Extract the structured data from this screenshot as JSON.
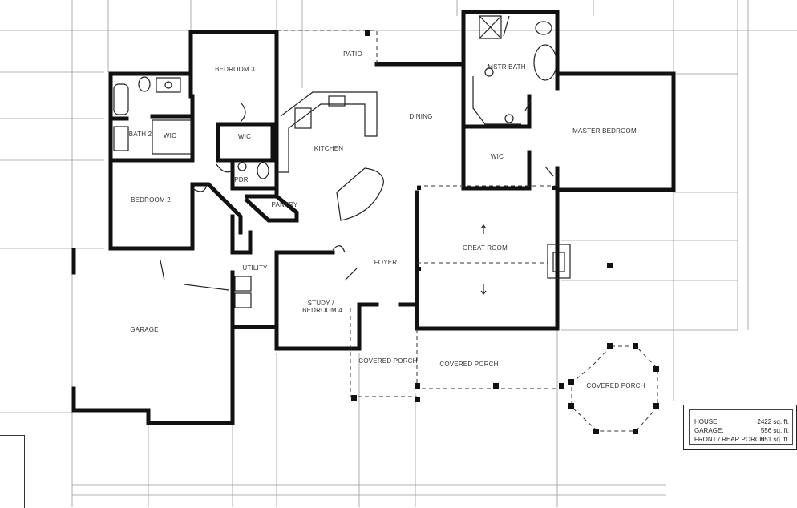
{
  "rooms": {
    "bedroom3": "BEDROOM 3",
    "bath2": "BATH 2",
    "wic_bath2": "WIC",
    "bedroom2": "BEDROOM 2",
    "wic_bed3": "WIC",
    "pdr": "PDR",
    "pantry": "PANTRY",
    "kitchen": "KITCHEN",
    "patio": "PATIO",
    "dining": "DINING",
    "mstr_bath": "MSTR BATH",
    "master_bedroom": "MASTER BEDROOM",
    "wic_master": "WIC",
    "great_room": "GREAT ROOM",
    "foyer": "FOYER",
    "utility": "UTILITY",
    "study": "STUDY /",
    "study2": "BEDROOM 4",
    "garage": "GARAGE",
    "covered_porch_entry": "COVERED PORCH",
    "covered_porch_main": "COVERED PORCH",
    "covered_porch_round": "COVERED PORCH"
  },
  "area_summary": [
    {
      "label": "HOUSE:",
      "value": "2422 sq. ft."
    },
    {
      "label": "GARAGE:",
      "value": "556 sq. ft."
    },
    {
      "label": "FRONT / REAR PORCH:",
      "value": "651 sq. ft."
    }
  ],
  "colors": {
    "wall": "#111111",
    "grid": "#9a9a9a",
    "text": "#333333"
  }
}
